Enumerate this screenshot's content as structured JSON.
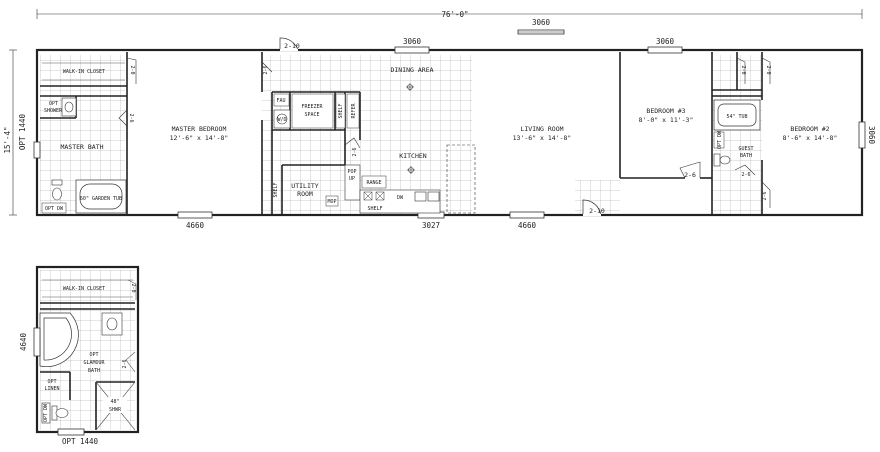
{
  "overall_length": "76'-0\"",
  "overall_width": "15'-4\"",
  "opt_1440_left": "OPT 1440",
  "windows": {
    "top_center": "3060",
    "top_dining": "3060",
    "top_bedroom3": "3060",
    "right_bedroom2": "3060",
    "bottom_master": "4660",
    "bottom_kitchen": "3027",
    "bottom_living": "4660",
    "alt_left": "4640",
    "alt_bottom": "OPT 1440"
  },
  "doors": {
    "front_top": "2-10",
    "rear_bottom": "2-10",
    "closet_main": "2-0",
    "master_bath": "2-6",
    "master_entry": "2-6",
    "pantry": "2-6",
    "bedroom3": "2-6",
    "bed2_closet_a": "2-0",
    "bed2_closet_b": "2-0",
    "guest_bath": "2-6",
    "bedroom2": "2-6",
    "alt_closet": "2-0",
    "alt_bath": "2-6"
  },
  "rooms": {
    "walk_in_closet": "WALK-IN CLOSET",
    "opt_shower": [
      "OPT",
      "SHOWER"
    ],
    "master_bath": "MASTER BATH",
    "garden_tub": "60\" GARDEN TUB",
    "opt_dw": "OPT DW",
    "master_bedroom": {
      "name": "MASTER BEDROOM",
      "size": "12'-6\" x 14'-8\""
    },
    "fau": "FAU",
    "freezer_space": [
      "FREEZER",
      "SPACE"
    ],
    "shelf_vertical": "SHELF",
    "refer": "REFER",
    "washer_dryer": "W/D",
    "dining_area": "DINING AREA",
    "kitchen": "KITCHEN",
    "utility_room": [
      "UTILITY",
      "ROOM"
    ],
    "shelf_utility": "SHELF",
    "mop": "MOP",
    "pop_up": [
      "POP",
      "UP"
    ],
    "range": "RANGE",
    "dw": "DW",
    "shelf_kitchen": "SHELF",
    "living_room": {
      "name": "LIVING ROOM",
      "size": "13'-6\" x 14'-8\""
    },
    "bedroom3": {
      "name": "BEDROOM #3",
      "size": "8'-0\" x 11'-3\""
    },
    "tub_54": "54\" TUB",
    "guest_bath": [
      "GUEST",
      "BATH"
    ],
    "opt_dw_guest": "OPT DW",
    "bedroom2": {
      "name": "BEDROOM #2",
      "size": "8'-6\" x 14'-8\""
    }
  },
  "alt_plan": {
    "walk_in_closet": "WALK-IN CLOSET",
    "glamour_bath": [
      "OPT",
      "GLAMOUR",
      "BATH"
    ],
    "opt_linen": [
      "OPT",
      "LINEN"
    ],
    "shower": [
      "48\"",
      "SHWR"
    ],
    "opt_dw": "OPT DW"
  }
}
